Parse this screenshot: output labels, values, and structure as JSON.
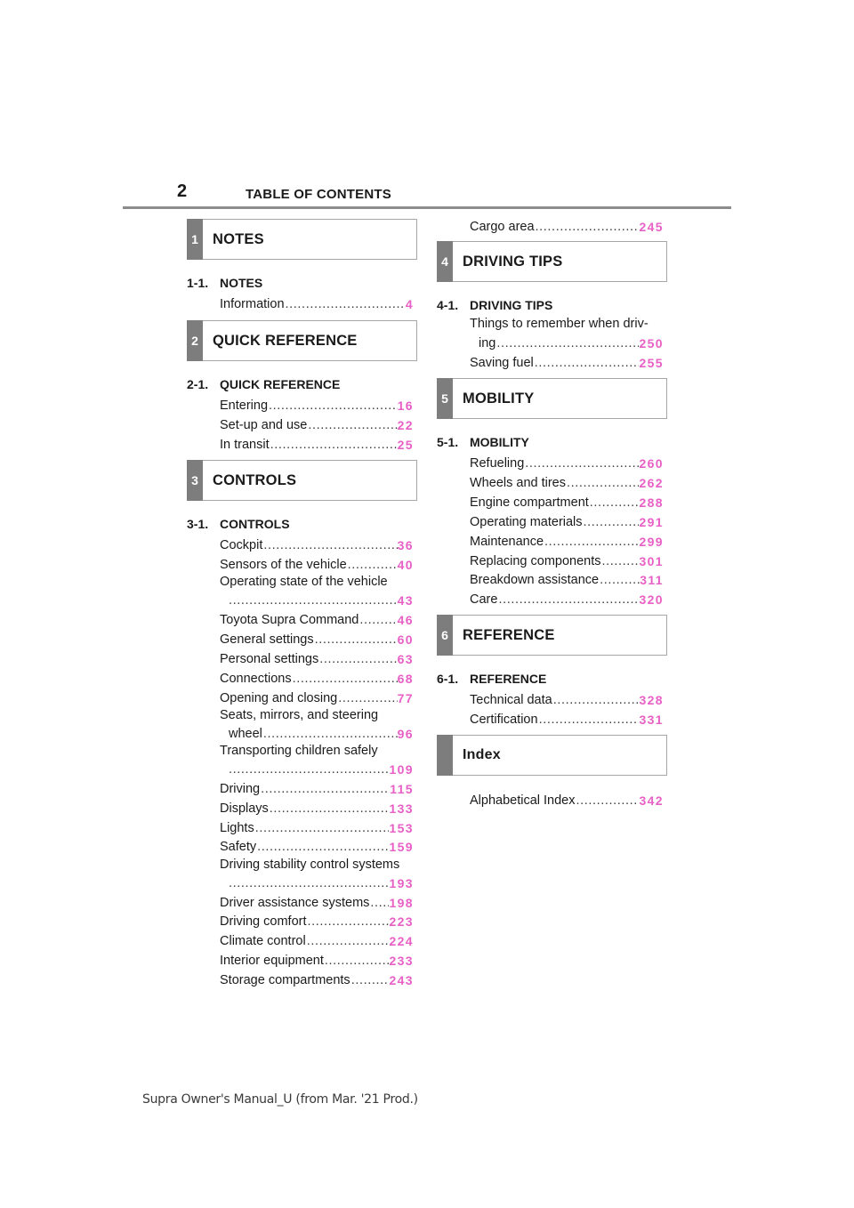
{
  "header": {
    "page_number": "2",
    "title": "TABLE OF CONTENTS"
  },
  "chapters": [
    {
      "tab": "1",
      "title": "NOTES",
      "section": {
        "num": "1-1.",
        "title": "NOTES"
      },
      "entries": [
        {
          "label": "Information",
          "page": "4"
        }
      ]
    },
    {
      "tab": "2",
      "title": "QUICK REFERENCE",
      "section": {
        "num": "2-1.",
        "title": "QUICK REFERENCE"
      },
      "entries": [
        {
          "label": "Entering",
          "page": "16"
        },
        {
          "label": "Set-up and use",
          "page": "22"
        },
        {
          "label": "In transit",
          "page": "25"
        }
      ]
    },
    {
      "tab": "3",
      "title": "CONTROLS",
      "section": {
        "num": "3-1.",
        "title": "CONTROLS"
      },
      "entries": [
        {
          "label": "Cockpit",
          "page": "36"
        },
        {
          "label": "Sensors of the vehicle",
          "page": "40"
        },
        {
          "line1": "Operating state of the vehicle",
          "label": "",
          "page": "43"
        },
        {
          "label": "Toyota Supra Command",
          "page": "46"
        },
        {
          "label": "General settings",
          "page": "60"
        },
        {
          "label": "Personal settings",
          "page": "63"
        },
        {
          "label": "Connections",
          "page": "68"
        },
        {
          "label": "Opening and closing",
          "page": "77"
        },
        {
          "line1": "Seats, mirrors, and steering",
          "label": "wheel",
          "page": "96"
        },
        {
          "line1": "Transporting children safely",
          "label": "",
          "page": "109"
        },
        {
          "label": "Driving",
          "page": "115"
        },
        {
          "label": "Displays",
          "page": "133"
        },
        {
          "label": "Lights",
          "page": "153"
        },
        {
          "label": "Safety",
          "page": "159"
        },
        {
          "line1": "Driving stability control systems",
          "label": "",
          "page": "193"
        },
        {
          "label": "Driver assistance systems",
          "page": "198"
        },
        {
          "label": "Driving comfort",
          "page": "223"
        },
        {
          "label": "Climate control",
          "page": "224"
        },
        {
          "label": "Interior equipment",
          "page": "233"
        },
        {
          "label": "Storage compartments",
          "page": "243"
        },
        {
          "label": "Cargo area",
          "page": "245"
        }
      ]
    },
    {
      "tab": "4",
      "title": "DRIVING TIPS",
      "section": {
        "num": "4-1.",
        "title": "DRIVING TIPS"
      },
      "entries": [
        {
          "line1": "Things to remember when driv-",
          "label": "ing",
          "page": "250"
        },
        {
          "label": "Saving fuel",
          "page": "255"
        }
      ]
    },
    {
      "tab": "5",
      "title": "MOBILITY",
      "section": {
        "num": "5-1.",
        "title": "MOBILITY"
      },
      "entries": [
        {
          "label": "Refueling",
          "page": "260"
        },
        {
          "label": "Wheels and tires",
          "page": "262"
        },
        {
          "label": "Engine compartment",
          "page": "288"
        },
        {
          "label": "Operating materials",
          "page": "291"
        },
        {
          "label": "Maintenance",
          "page": "299"
        },
        {
          "label": "Replacing components",
          "page": "301"
        },
        {
          "label": "Breakdown assistance",
          "page": "311"
        },
        {
          "label": "Care",
          "page": "320"
        }
      ]
    },
    {
      "tab": "6",
      "title": "REFERENCE",
      "section": {
        "num": "6-1.",
        "title": "REFERENCE"
      },
      "entries": [
        {
          "label": "Technical data",
          "page": "328"
        },
        {
          "label": "Certification",
          "page": "331"
        }
      ]
    },
    {
      "tab": "",
      "title": "Index",
      "entries": [
        {
          "label": "Alphabetical Index",
          "page": "342"
        }
      ]
    }
  ],
  "footer": {
    "text": "Supra Owner's Manual_U (from Mar. '21 Prod.)"
  }
}
